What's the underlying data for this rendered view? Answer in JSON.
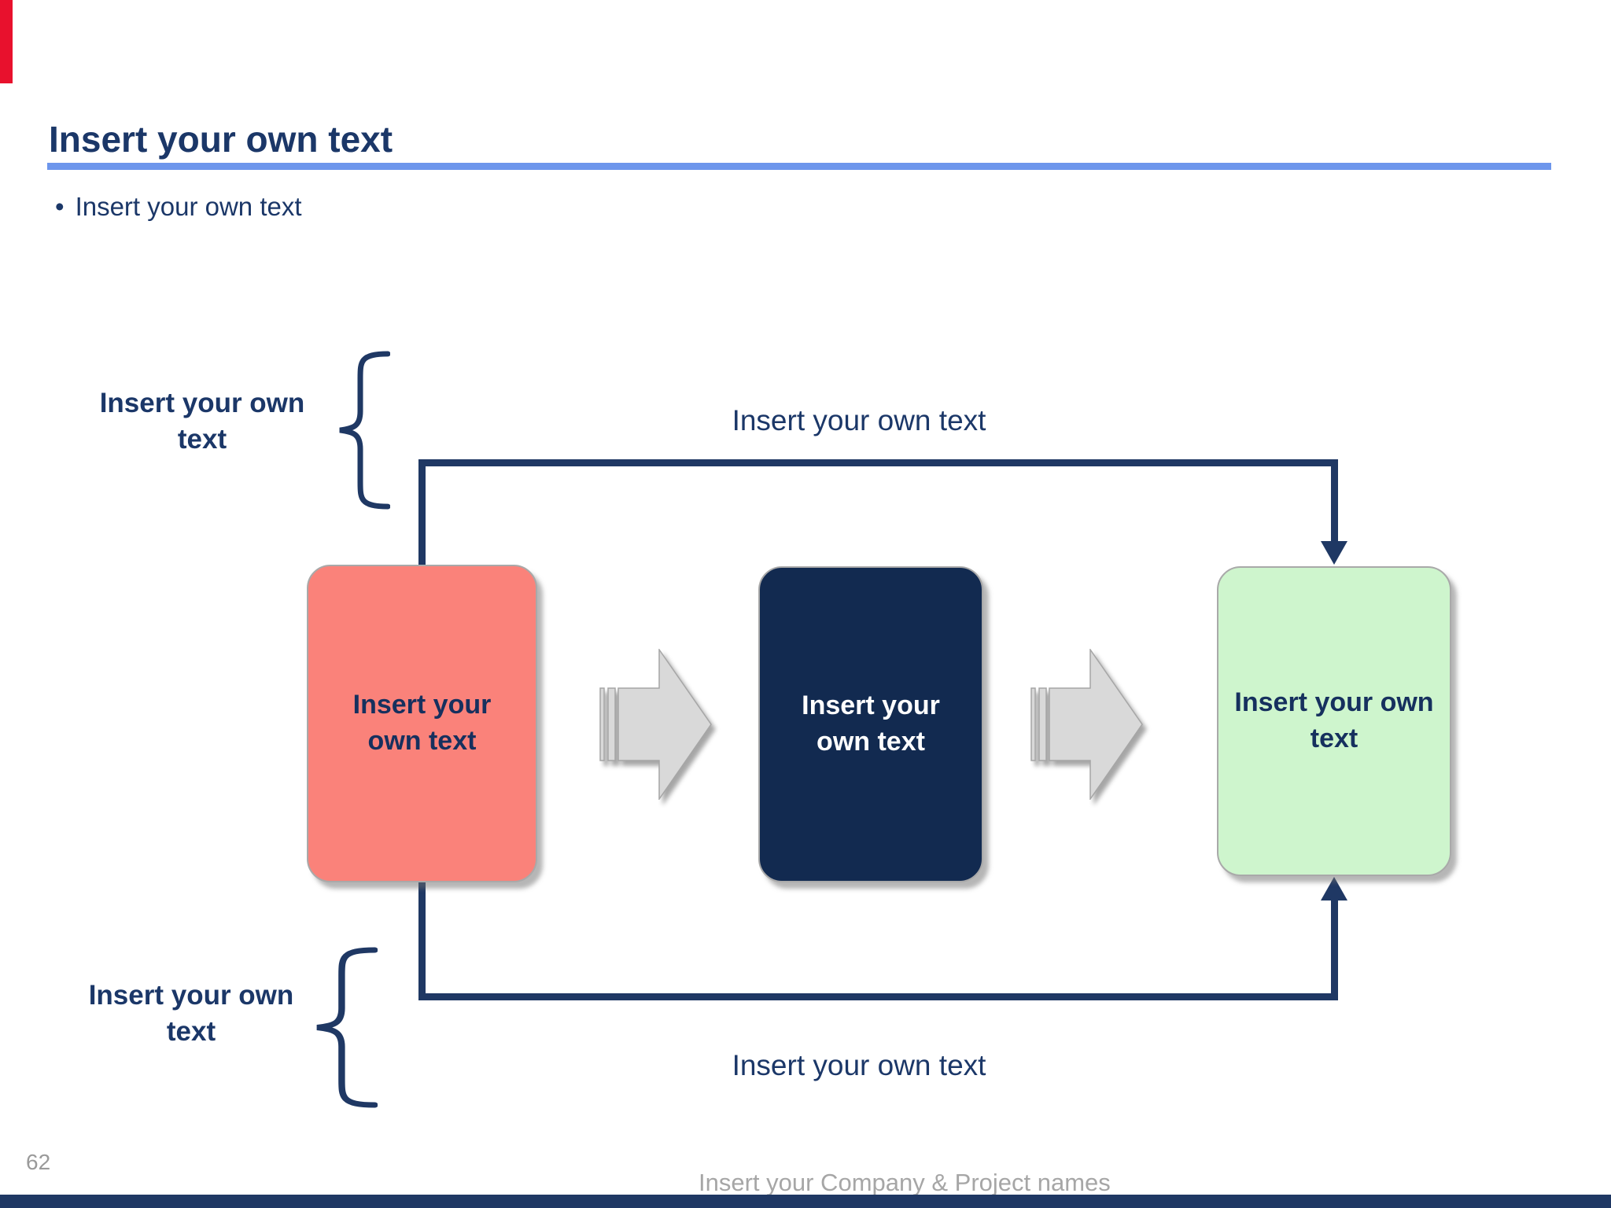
{
  "slide": {
    "title": "Insert your own text",
    "bullet_text": "Insert your own text",
    "page_number": "62",
    "footer_text": "Insert your Company & Project names"
  },
  "diagram": {
    "top_connector_label": "Insert your own text",
    "bottom_connector_label": "Insert your own text",
    "top_brace_label": "Insert your own text",
    "bottom_brace_label": "Insert your own text",
    "boxes": [
      {
        "label": "Insert your own text",
        "fill": "#FA827A",
        "text_color": "#16305E"
      },
      {
        "label": "Insert your own text",
        "fill": "#122A50",
        "text_color": "#FFFFFF"
      },
      {
        "label": "Insert your own text",
        "fill": "#CEF5CD",
        "text_color": "#16305E"
      }
    ]
  },
  "colors": {
    "accent_red": "#E8112D",
    "navy": "#1B3768",
    "underline_blue": "#6D96EC",
    "connector_navy": "#1F3864",
    "arrow_fill": "#D9D9D9",
    "arrow_border": "#A6A6A6",
    "footer_gray": "#A6A6A6",
    "bottom_band_navy": "#1F3864"
  }
}
